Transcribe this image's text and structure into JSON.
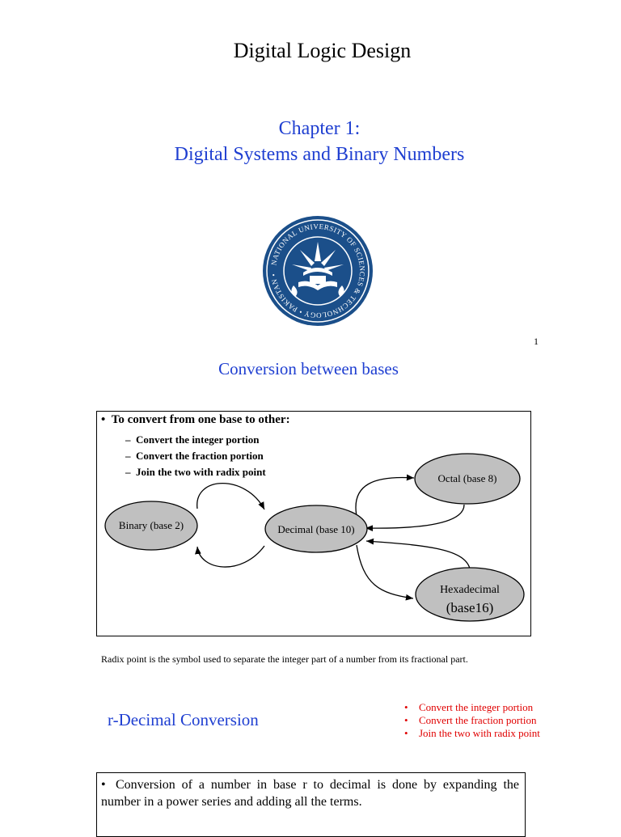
{
  "header": {
    "title": "Digital Logic Design",
    "chapter_line1": "Chapter 1:",
    "chapter_line2": "Digital Systems and Binary Numbers",
    "logo": {
      "icon": "university-seal-icon",
      "text": "NATIONAL UNIVERSITY OF SCIENCES & TECHNOLOGY • PAKISTAN •",
      "color": "#1b4f8a"
    },
    "page_number": "1"
  },
  "conversion": {
    "heading": "Conversion between bases",
    "bullet": "To convert from one base to other:",
    "sub_items": [
      "Convert the integer portion",
      "Convert the fraction portion",
      "Join the two with radix point"
    ],
    "nodes": {
      "binary": "Binary (base 2)",
      "decimal": "Decimal (base 10)",
      "octal": "Octal (base 8)",
      "hex_line1": "Hexadecimal",
      "hex_line2": "(base16)"
    },
    "node_fill": "#c0c0c0"
  },
  "radix_note": "Radix point is the symbol used to separate the integer part of a number from its fractional part.",
  "r_decimal": {
    "heading": "r-Decimal Conversion",
    "red_items": [
      "Convert the integer portion",
      "Convert the fraction portion",
      "Join the two with radix point"
    ],
    "red_color": "#e00000",
    "bullet_text": "Conversion of a number in base r to decimal is done by expanding the number in a power series and adding all the terms."
  },
  "accent_color": "#1f3fd1"
}
